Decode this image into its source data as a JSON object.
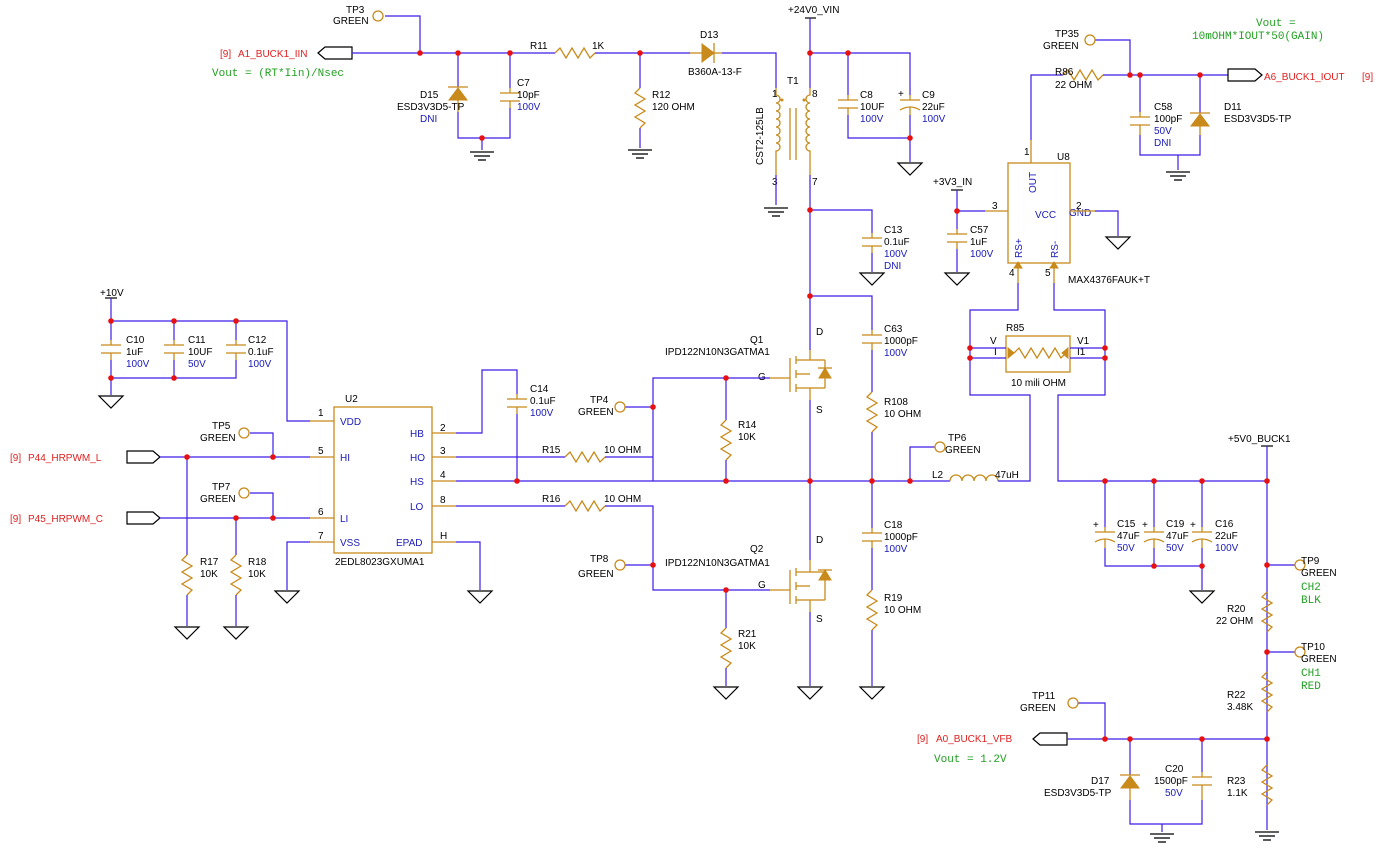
{
  "nets": {
    "vin": "+24V0_VIN",
    "v10": "+10V",
    "v3v3": "+3V3_IN",
    "v5": "+5V0_BUCK1"
  },
  "ports": {
    "iin": {
      "sheet": "[9]",
      "name": "A1_BUCK1_IIN"
    },
    "iout": {
      "sheet": "[9]",
      "name": "A6_BUCK1_IOUT"
    },
    "pwm_l": {
      "sheet": "[9]",
      "name": "P44_HRPWM_L"
    },
    "pwm_c": {
      "sheet": "[9]",
      "name": "P45_HRPWM_C"
    },
    "vfb": {
      "sheet": "[9]",
      "name": "A0_BUCK1_VFB"
    }
  },
  "notes": {
    "iin": "Vout = (RT*Iin)/Nsec",
    "iout1": "Vout =",
    "iout2": "10mOHM*IOUT*50(GAIN)",
    "vfb": "Vout = 1.2V",
    "ch2a": "CH2",
    "ch2b": "BLK",
    "ch1a": "CH1",
    "ch1b": "RED"
  },
  "tps": {
    "tp3": "TP3",
    "tp35": "TP35",
    "tp4": "TP4",
    "tp5": "TP5",
    "tp6": "TP6",
    "tp7": "TP7",
    "tp8": "TP8",
    "tp9": "TP9",
    "tp10": "TP10",
    "tp11": "TP11",
    "color": "GREEN"
  },
  "components": {
    "R11": {
      "ref": "R11",
      "val": "1K"
    },
    "R12": {
      "ref": "R12",
      "val": "120 OHM"
    },
    "D13": {
      "ref": "D13",
      "val": "B360A-13-F"
    },
    "D15": {
      "ref": "D15",
      "val": "ESD3V3D5-TP",
      "extra": "DNI"
    },
    "C7": {
      "ref": "C7",
      "val": "10pF",
      "v": "100V"
    },
    "T1": {
      "ref": "T1",
      "val": "CST2-125LB"
    },
    "C8": {
      "ref": "C8",
      "val": "10UF",
      "v": "100V"
    },
    "C9": {
      "ref": "C9",
      "val": "22uF",
      "v": "100V"
    },
    "C13": {
      "ref": "C13",
      "val": "0.1uF",
      "v": "100V",
      "extra": "DNI"
    },
    "C63": {
      "ref": "C63",
      "val": "1000pF",
      "v": "100V"
    },
    "R108": {
      "ref": "R108",
      "val": "10 OHM"
    },
    "C18": {
      "ref": "C18",
      "val": "1000pF",
      "v": "100V"
    },
    "R19": {
      "ref": "R19",
      "val": "10 OHM"
    },
    "Q1": {
      "ref": "Q1",
      "val": "IPD122N10N3GATMA1"
    },
    "Q2": {
      "ref": "Q2",
      "val": "IPD122N10N3GATMA1"
    },
    "R14": {
      "ref": "R14",
      "val": "10K"
    },
    "R21": {
      "ref": "R21",
      "val": "10K"
    },
    "R15": {
      "ref": "R15",
      "val": "10 OHM"
    },
    "R16": {
      "ref": "R16",
      "val": "10 OHM"
    },
    "C14": {
      "ref": "C14",
      "val": "0.1uF",
      "v": "100V"
    },
    "C10": {
      "ref": "C10",
      "val": "1uF",
      "v": "100V"
    },
    "C11": {
      "ref": "C11",
      "val": "10UF",
      "v": "50V"
    },
    "C12": {
      "ref": "C12",
      "val": "0.1uF",
      "v": "100V"
    },
    "U2": {
      "ref": "U2",
      "val": "2EDL8023GXUMA1"
    },
    "R17": {
      "ref": "R17",
      "val": "10K"
    },
    "R18": {
      "ref": "R18",
      "val": "10K"
    },
    "L2": {
      "ref": "L2",
      "val": "47uH"
    },
    "R85": {
      "ref": "R85",
      "val": "10 mili OHM"
    },
    "U8": {
      "ref": "U8",
      "val": "MAX4376FAUK+T"
    },
    "C57": {
      "ref": "C57",
      "val": "1uF",
      "v": "100V"
    },
    "R86": {
      "ref": "R86",
      "val": "22 OHM"
    },
    "C58": {
      "ref": "C58",
      "val": "100pF",
      "v": "50V",
      "extra": "DNI"
    },
    "D11": {
      "ref": "D11",
      "val": "ESD3V3D5-TP"
    },
    "C15": {
      "ref": "C15",
      "val": "47uF",
      "v": "50V"
    },
    "C19": {
      "ref": "C19",
      "val": "47uF",
      "v": "50V"
    },
    "C16": {
      "ref": "C16",
      "val": "22uF",
      "v": "100V"
    },
    "R20": {
      "ref": "R20",
      "val": "22 OHM"
    },
    "R22": {
      "ref": "R22",
      "val": "3.48K"
    },
    "R23": {
      "ref": "R23",
      "val": "1.1K"
    },
    "C20": {
      "ref": "C20",
      "val": "1500pF",
      "v": "50V"
    },
    "D17": {
      "ref": "D17",
      "val": "ESD3V3D5-TP"
    }
  },
  "pins": {
    "u2": {
      "vdd": "VDD",
      "hi": "HI",
      "li": "LI",
      "vss": "VSS",
      "hb": "HB",
      "ho": "HO",
      "hs": "HS",
      "lo": "LO",
      "epad": "EPAD",
      "n1": "1",
      "n5": "5",
      "n6": "6",
      "n7": "7",
      "n2": "2",
      "n3": "3",
      "n4": "4",
      "n8": "8",
      "nh": "H"
    },
    "u8": {
      "out": "OUT",
      "vcc": "VCC",
      "gnd": "GND",
      "rsp": "RS+",
      "rsm": "RS-",
      "n1": "1",
      "n2": "2",
      "n3": "3",
      "n4": "4",
      "n5": "5"
    },
    "q": {
      "d": "D",
      "g": "G",
      "s": "S"
    },
    "t1": {
      "p1": "1",
      "p3": "3",
      "p8": "8",
      "p7": "7"
    },
    "r85": {
      "v": "V",
      "i": "I",
      "v1": "V1",
      "i1": "I1"
    }
  }
}
